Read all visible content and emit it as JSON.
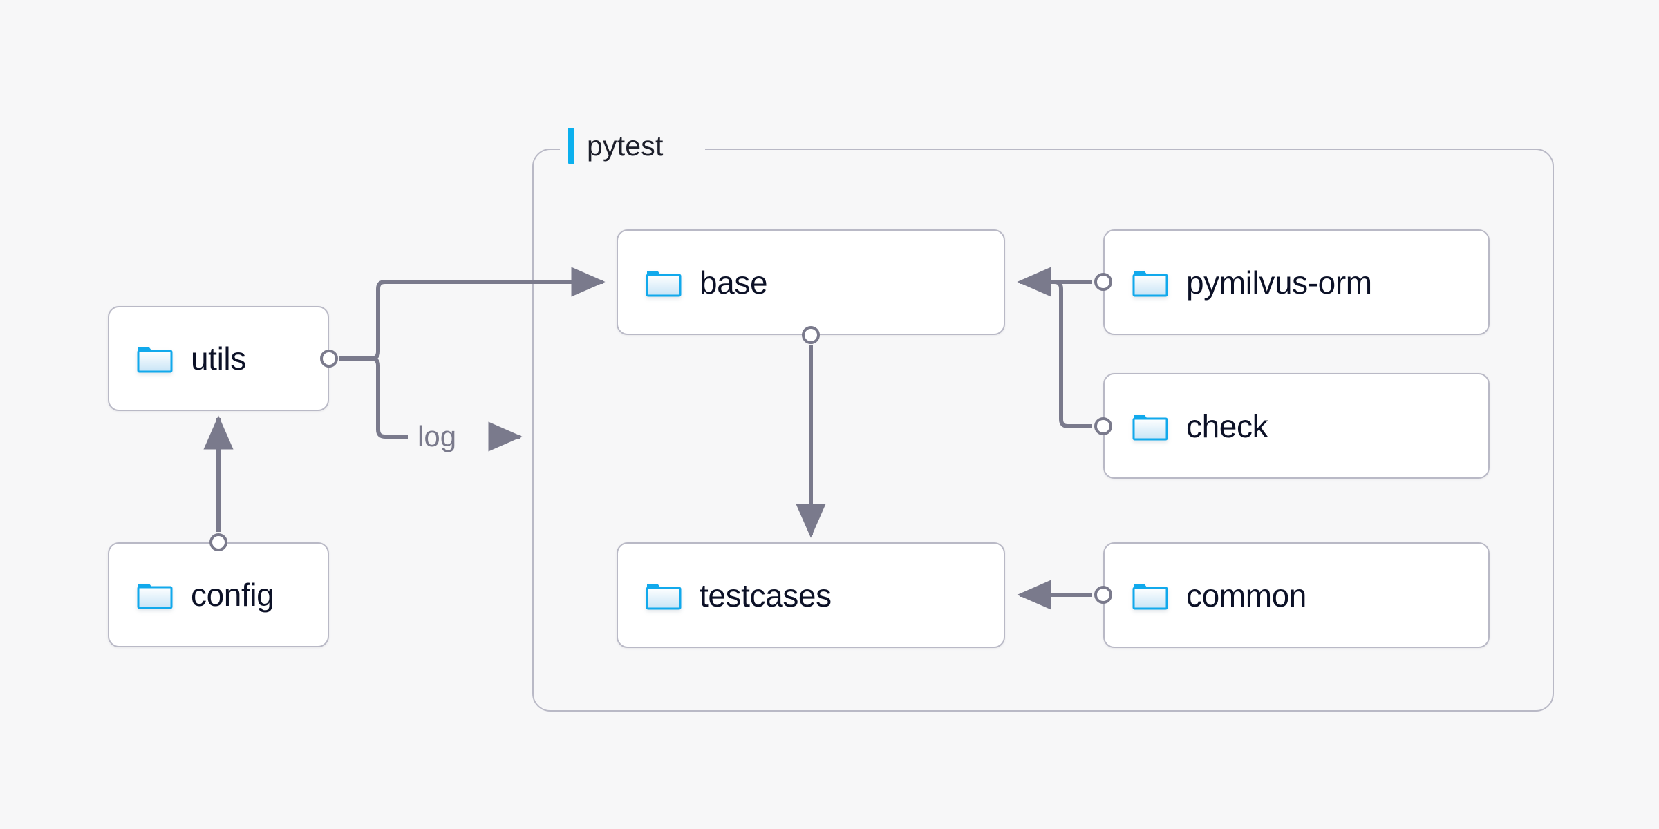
{
  "diagram": {
    "title_label": "pytest",
    "accent_color": "#0cb0ee",
    "background_color": "#f7f7f8",
    "node_border_color": "#b9b9c6",
    "wire_color": "#7a7a8c",
    "text_color": "#0c1127",
    "folder_icon_name": "folder-icon"
  },
  "group": {
    "label": "pytest"
  },
  "nodes": [
    {
      "id": "utils",
      "label": "utils",
      "icon": "folder-icon"
    },
    {
      "id": "config",
      "label": "config",
      "icon": "folder-icon"
    },
    {
      "id": "base",
      "label": "base",
      "icon": "folder-icon"
    },
    {
      "id": "testcases",
      "label": "testcases",
      "icon": "folder-icon"
    },
    {
      "id": "pymilvus_orm",
      "label": "pymilvus-orm",
      "icon": "folder-icon"
    },
    {
      "id": "check",
      "label": "check",
      "icon": "folder-icon"
    },
    {
      "id": "common",
      "label": "common",
      "icon": "folder-icon"
    }
  ],
  "edges": [
    {
      "from": "config",
      "to": "utils",
      "label": ""
    },
    {
      "from": "utils",
      "to": "base",
      "label": ""
    },
    {
      "from": "utils",
      "to": "pytest",
      "label": "log"
    },
    {
      "from": "base",
      "to": "testcases",
      "label": ""
    },
    {
      "from": "pymilvus_orm",
      "to": "base",
      "label": ""
    },
    {
      "from": "check",
      "to": "base",
      "label": ""
    },
    {
      "from": "common",
      "to": "testcases",
      "label": ""
    }
  ],
  "edge_labels": {
    "log": "log"
  }
}
